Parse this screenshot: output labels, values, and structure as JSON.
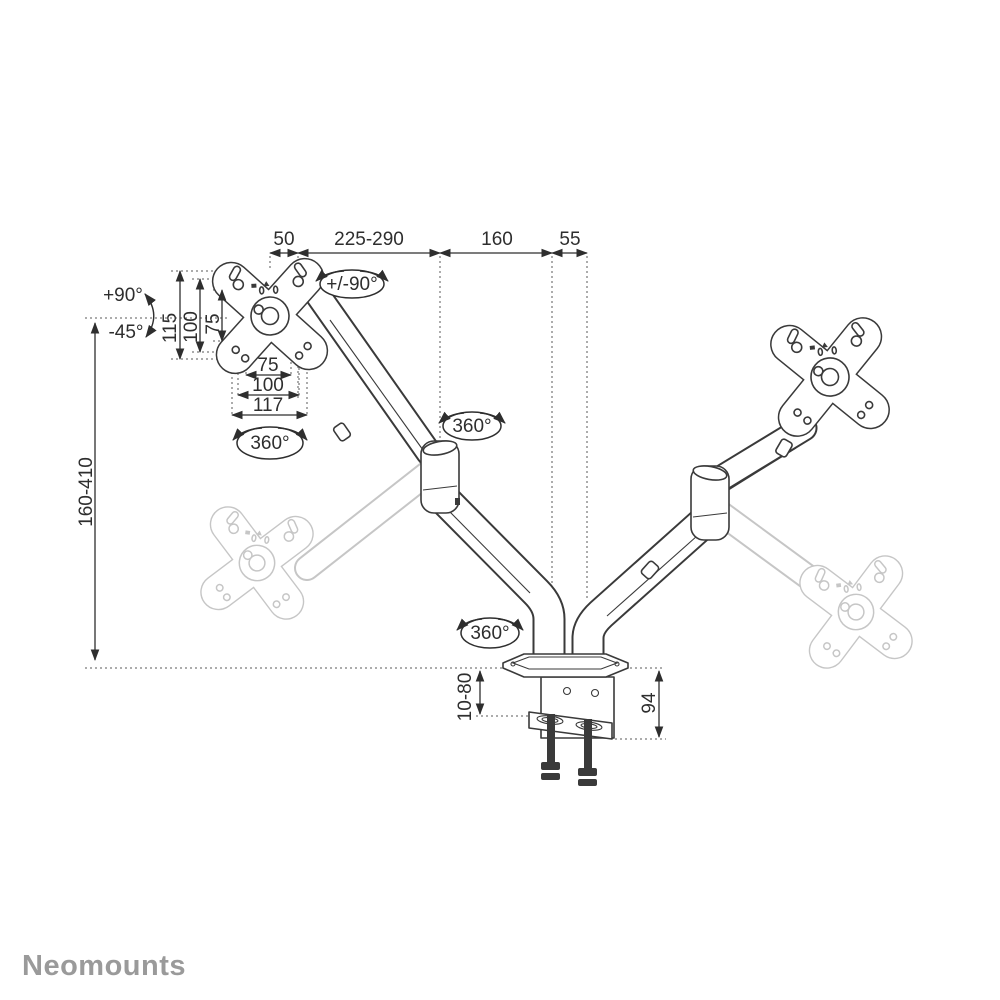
{
  "brand": {
    "name": "Neomounts"
  },
  "colors": {
    "line_art": "#3a3a3a",
    "dimension": "#2e2e2e",
    "ghost": "#c6c6c6",
    "brand_text": "#9a9a9a",
    "background": "#ffffff"
  },
  "labels": {
    "top_vesa_depth": "50",
    "top_arm_reach": "225-290",
    "top_rear_reach": "160",
    "top_base_offset": "55",
    "tilt_up": "+90°",
    "tilt_down": "-45°",
    "vesa_height_outer": "115",
    "vesa_height_holes": "100",
    "vesa_height_inner": "75",
    "vesa_width_inner": "75",
    "vesa_width_holes": "100",
    "vesa_width_outer": "117",
    "swivel_range": "+/-90°",
    "rotation_vesa": "360°",
    "rotation_elbow": "360°",
    "rotation_base": "360°",
    "height_range": "160-410",
    "clamp_thickness": "10-80",
    "base_height": "94"
  }
}
